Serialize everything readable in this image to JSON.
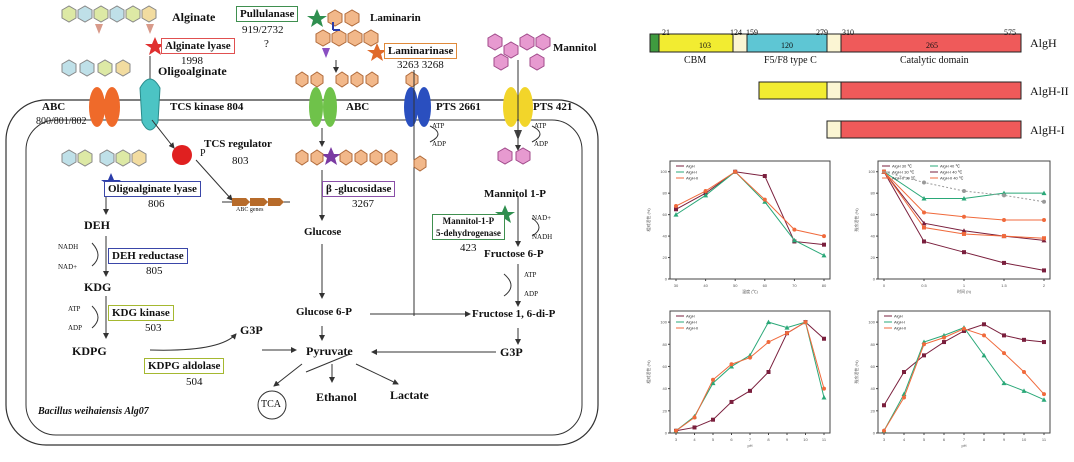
{
  "pathway": {
    "cell_label": "Bacillus weihaiensis Alg07",
    "compounds": {
      "alginate": "Alginate",
      "oligoalginate": "Oligoalginate",
      "laminarin": "Laminarin",
      "mannitol": "Mannitol",
      "deh": "DEH",
      "kdg": "KDG",
      "kdpg": "KDPG",
      "g3p_top": "G3P",
      "g3p_right": "G3P",
      "pyruvate": "Pyruvate",
      "tca": "TCA",
      "ethanol": "Ethanol",
      "lactate": "Lactate",
      "glucose": "Glucose",
      "glucose6p": "Glucose 6-P",
      "fructose6p": "Fructose 6-P",
      "fructose16dip": "Fructose 1, 6-di-P",
      "mannitol1p": "Mannitol 1-P",
      "abc_genes": "ABC genes"
    },
    "transporters": {
      "abc_left": "ABC",
      "abc_left_ids": "800/801/802",
      "tcs_kinase": "TCS kinase 804",
      "abc_mid": "ABC",
      "pts1": "PTS 2661",
      "pts2": "PTS 421",
      "tcs_regulator": "TCS regulator",
      "tcs_regulator_id": "803"
    },
    "enzymes": {
      "alginate_lyase": "Alginate lyase",
      "alginate_lyase_id": "1998",
      "pullulanase": "Pullulanase",
      "pullulanase_id": "919/2732",
      "pullulanase_q": "?",
      "laminarinase": "Laminarinase",
      "laminarinase_id": "3263 3268",
      "oligoalginate_lyase": "Oligoalginate lyase",
      "oligoalginate_lyase_id": "806",
      "beta_glucosidase": "β -glucosidase",
      "beta_glucosidase_id": "3267",
      "deh_reductase": "DEH reductase",
      "deh_reductase_id": "805",
      "kdg_kinase": "KDG kinase",
      "kdg_kinase_id": "503",
      "kdpg_aldolase": "KDPG aldolase",
      "kdpg_aldolase_id": "504",
      "m1p_dh_line1": "Mannitol-1-P",
      "m1p_dh_line2": "5-dehydrogenase",
      "m1p_dh_id": "423"
    },
    "cofactors": {
      "nadh1": "NADH",
      "nad1": "NAD+",
      "atp1": "ATP",
      "adp1": "ADP",
      "atp_pts1": "ATP",
      "adp_pts1": "ADP",
      "atp_pts2": "ATP",
      "adp_pts2": "ADP",
      "nad2": "NAD+",
      "nadh2": "NADH",
      "atp2": "ATP",
      "adp2": "ADP",
      "p": "P"
    }
  },
  "domains": {
    "positions": [
      "21",
      "124",
      "159",
      "279",
      "310",
      "575"
    ],
    "labels": {
      "cbm_len": "103",
      "f5_len": "120",
      "cat_len": "265"
    },
    "names": {
      "cbm": "CBM",
      "f5": "F5/F8 type C",
      "cat": "Catalytic domain"
    },
    "proteins": [
      "AlgH",
      "AlgH-II",
      "AlgH-I"
    ],
    "colors": {
      "green": "#3f9b3f",
      "yellow": "#f2ec31",
      "cream": "#fbf5d3",
      "cyan": "#5ec6d4",
      "red": "#ef5a5a"
    }
  },
  "chart_data": [
    {
      "type": "line",
      "xlabel": "温度 (℃)",
      "ylabel": "相对活性 (%)",
      "x": [
        30,
        40,
        50,
        60,
        70,
        80
      ],
      "ylim": [
        0,
        110
      ],
      "series": [
        {
          "name": "AlgH",
          "color": "#7a1f3d",
          "values": [
            65,
            80,
            100,
            96,
            35,
            32
          ]
        },
        {
          "name": "AlgH-I",
          "color": "#2aa878",
          "values": [
            60,
            78,
            100,
            72,
            36,
            22
          ]
        },
        {
          "name": "AlgH-II",
          "color": "#f06a3c",
          "values": [
            68,
            82,
            100,
            74,
            46,
            40
          ]
        }
      ]
    },
    {
      "type": "line",
      "xlabel": "时间 (h)",
      "ylabel": "残余活性 (%)",
      "x": [
        0,
        0.5,
        1,
        1.5,
        2
      ],
      "ylim": [
        0,
        110
      ],
      "series": [
        {
          "name": "AlgH 30 ℃",
          "color": "#7a1f3d",
          "values": [
            100,
            35,
            25,
            15,
            8
          ]
        },
        {
          "name": "AlgH 40 ℃",
          "color": "#2aa878",
          "values": [
            100,
            75,
            75,
            80,
            80
          ]
        },
        {
          "name": "AlgH-I 30 ℃",
          "color": "#999999",
          "values": [
            100,
            90,
            82,
            78,
            72
          ]
        },
        {
          "name": "AlgH-I 40 ℃",
          "color": "#7a1f3d",
          "values": [
            100,
            52,
            45,
            40,
            36
          ]
        },
        {
          "name": "AlgH-II 30 ℃",
          "color": "#f06a3c",
          "values": [
            100,
            62,
            58,
            55,
            55
          ]
        },
        {
          "name": "AlgH-II 40 ℃",
          "color": "#f06a3c",
          "values": [
            100,
            48,
            42,
            40,
            38
          ]
        }
      ]
    },
    {
      "type": "line",
      "xlabel": "pH",
      "ylabel": "相对活性 (%)",
      "x": [
        3,
        4,
        5,
        6,
        7,
        8,
        9,
        10,
        11
      ],
      "ylim": [
        0,
        110
      ],
      "series": [
        {
          "name": "AlgH",
          "color": "#7a1f3d",
          "values": [
            2,
            5,
            12,
            28,
            38,
            55,
            90,
            100,
            85
          ]
        },
        {
          "name": "AlgH-I",
          "color": "#2aa878",
          "values": [
            2,
            15,
            45,
            60,
            70,
            100,
            95,
            100,
            32
          ]
        },
        {
          "name": "AlgH-II",
          "color": "#f06a3c",
          "values": [
            2,
            14,
            48,
            62,
            68,
            82,
            90,
            100,
            40
          ]
        }
      ]
    },
    {
      "type": "line",
      "xlabel": "pH",
      "ylabel": "残余活性 (%)",
      "x": [
        3,
        4,
        5,
        6,
        7,
        8,
        9,
        10,
        11
      ],
      "ylim": [
        0,
        110
      ],
      "series": [
        {
          "name": "AlgH",
          "color": "#7a1f3d",
          "values": [
            25,
            55,
            70,
            82,
            92,
            98,
            88,
            84,
            82
          ]
        },
        {
          "name": "AlgH-I",
          "color": "#2aa878",
          "values": [
            2,
            35,
            82,
            88,
            95,
            70,
            45,
            38,
            30
          ]
        },
        {
          "name": "AlgH-II",
          "color": "#f06a3c",
          "values": [
            2,
            32,
            80,
            86,
            94,
            88,
            72,
            55,
            35
          ]
        }
      ]
    }
  ]
}
